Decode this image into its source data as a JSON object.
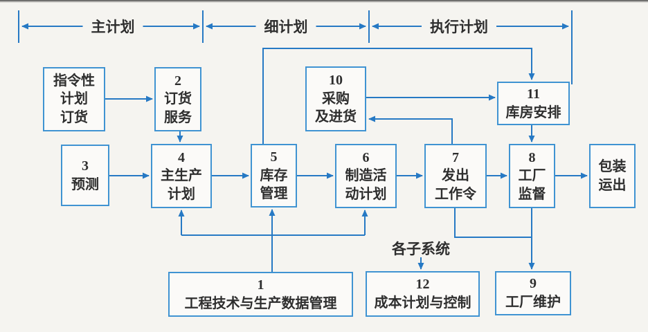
{
  "diagram": {
    "colors": {
      "bg": "#f5f4f0",
      "line": "#2679c4",
      "box_border": "#3f93d2",
      "box_fill": "#fbfaf8",
      "text": "#2e2e2e"
    },
    "phases": [
      {
        "label": "主计划"
      },
      {
        "label": "细计划"
      },
      {
        "label": "执行计划"
      }
    ],
    "boxes": {
      "directive": {
        "label": "指令性\n计划\n订货"
      },
      "b2": {
        "label": "2\n订货\n服务"
      },
      "b3": {
        "label": "3\n预测"
      },
      "b4": {
        "label": "4\n主生产\n计划"
      },
      "b5": {
        "label": "5\n库存\n管理"
      },
      "b6": {
        "label": "6\n制造活\n动计划"
      },
      "b7": {
        "label": "7\n发出\n工作令"
      },
      "b8": {
        "label": "8\n工厂\n监督"
      },
      "pack": {
        "label": "包装\n运出"
      },
      "b10": {
        "label": "10\n采购\n及进货"
      },
      "b11": {
        "label": "11\n库房安排"
      },
      "b1": {
        "label": "1\n工程技术与生产数据管理"
      },
      "b12": {
        "label": "12\n成本计划与控制"
      },
      "b9": {
        "label": "9\n工厂维护"
      }
    },
    "annotations": {
      "subsystems": "各子系统"
    }
  }
}
